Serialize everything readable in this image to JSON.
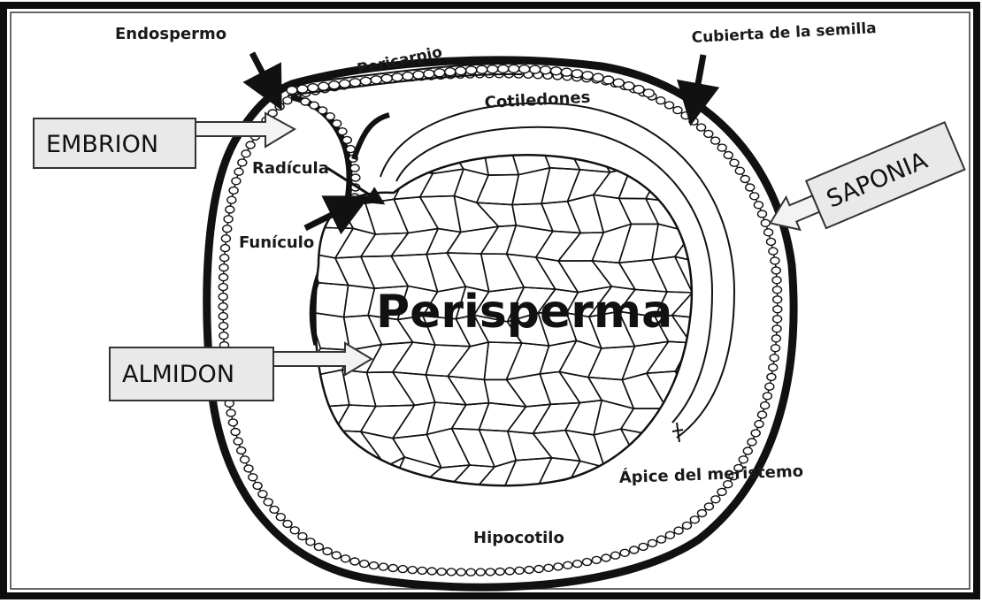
{
  "labels": {
    "endospermo": "Endospermo",
    "pericarpio": "Pericarpio",
    "cubierta": "Cubierta de la semilla",
    "cotiledones": "Cotiledones",
    "radicula": "Radícula",
    "funiculo": "Funículo",
    "perisperma": "Perisperma",
    "apice": "Ápice del meristemo",
    "hipocotilo": "Hipocotilo"
  },
  "callouts": {
    "embrion": "EMBRION",
    "saponia": "SAPONIA",
    "almidon": "ALMIDON"
  }
}
